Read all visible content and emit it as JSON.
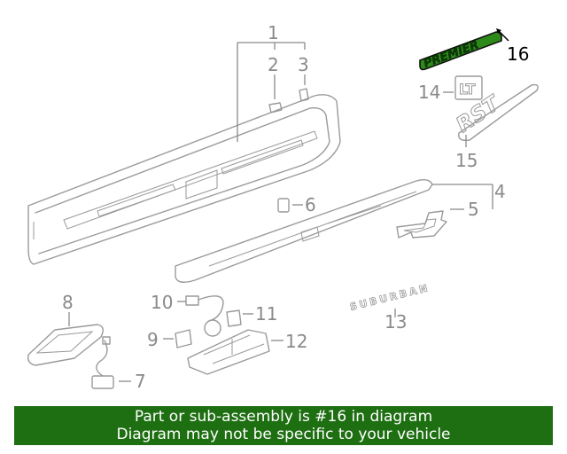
{
  "callouts": {
    "c1": "1",
    "c2": "2",
    "c3": "3",
    "c4": "4",
    "c5": "5",
    "c6": "6",
    "c7": "7",
    "c8": "8",
    "c9": "9",
    "c10": "10",
    "c11": "11",
    "c12": "12",
    "c13": "13",
    "c14": "14",
    "c15": "15",
    "c16": "16"
  },
  "badges": {
    "premier": "PREMIER",
    "lt": "LT",
    "rst": "RST",
    "suburban": "SUBURBAN"
  },
  "highlight": {
    "part_number": "16",
    "color": "#1e6e12"
  },
  "banner": {
    "line1": "Part or sub-assembly is #16 in diagram",
    "line2": "Diagram may not be specific to your vehicle"
  },
  "colors": {
    "banner_bg": "#1e6e12",
    "banner_text": "#ffffff",
    "part_stroke": "#9a9a9a",
    "highlight_fill": "#2d8a1a"
  }
}
